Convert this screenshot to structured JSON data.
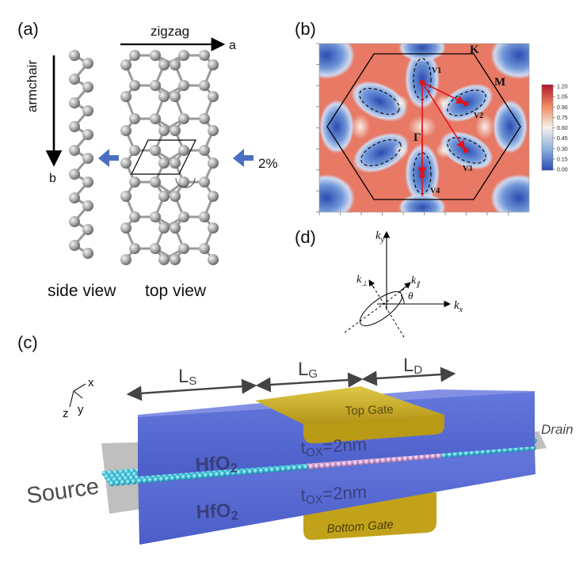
{
  "panel_a": {
    "label": "(a)",
    "zigzag": "zigzag",
    "axis_a": "a",
    "armchair": "armchair",
    "axis_b": "b",
    "strain": "2%",
    "side_view": "side view",
    "top_view": "top view"
  },
  "panel_b": {
    "label": "(b)",
    "K": "K",
    "M": "M",
    "Gamma": "Γ",
    "v1": "V1",
    "v2": "V2",
    "v3": "V3",
    "v4": "V4",
    "colorbar_ticks": [
      "1.20",
      "1.05",
      "0.90",
      "0.75",
      "0.60",
      "0.45",
      "0.30",
      "0.15",
      "0.00"
    ],
    "colors": {
      "high": "#c8302c",
      "mid": "#f4f0ea",
      "low": "#3a55b8"
    }
  },
  "panel_d": {
    "label": "(d)",
    "ky": "k",
    "ky_sub": "y",
    "kx": "k",
    "kx_sub": "x",
    "kperp": "k",
    "kperp_sub": "⊥",
    "kpar": "k",
    "kpar_sub": "∥",
    "theta": "θ"
  },
  "panel_c": {
    "label": "(c)",
    "axis_x": "x",
    "axis_y": "y",
    "axis_z": "z",
    "Ls": "L",
    "Ls_sub": "S",
    "Lg": "L",
    "Lg_sub": "G",
    "Ld": "L",
    "Ld_sub": "D",
    "top_gate": "Top Gate",
    "bottom_gate": "Bottom Gate",
    "hfo2_top": "HfO",
    "hfo2_bottom": "HfO",
    "hfo2_sub": "2",
    "tox_top": "t",
    "tox_sub": "OX",
    "tox_value": "=2nm",
    "tox_bottom": "t",
    "source": "Source",
    "drain": "Drain",
    "colors": {
      "oxide": "#5b6ed8",
      "gate": "#c9ad1c",
      "atoms_sd": "#3ec4dc",
      "atoms_ch": "#d8a4d6"
    }
  }
}
